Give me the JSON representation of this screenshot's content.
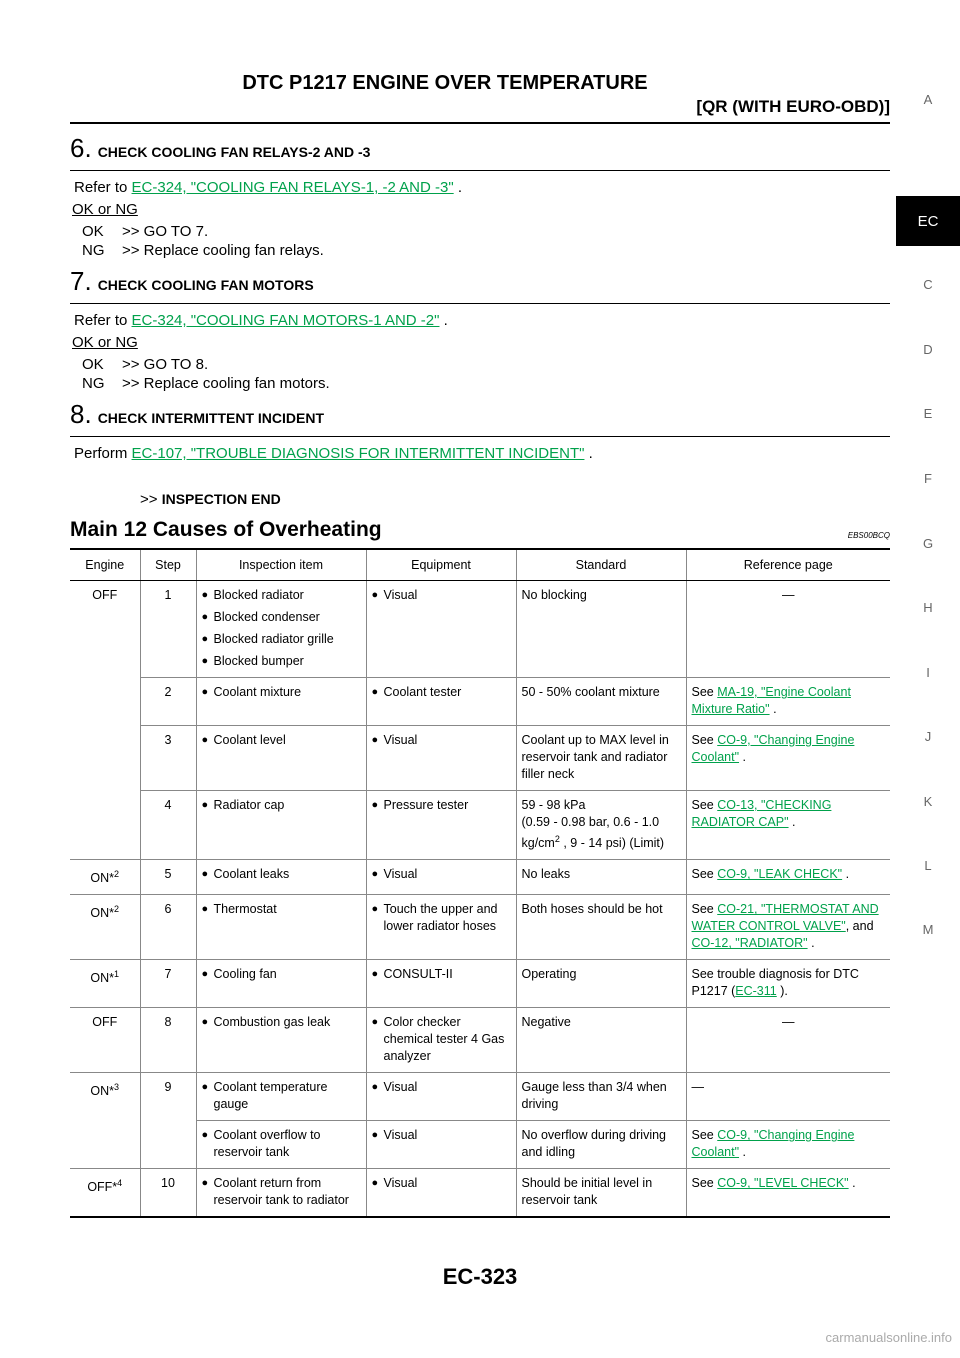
{
  "header": {
    "title": "DTC P1217 ENGINE OVER TEMPERATURE",
    "subtitle": "[QR (WITH EURO-OBD)]"
  },
  "side_index": [
    "A",
    "C",
    "D",
    "E",
    "F",
    "G",
    "H",
    "I",
    "J",
    "K",
    "L",
    "M"
  ],
  "side_active": "EC",
  "steps": [
    {
      "num": "6.",
      "title": "CHECK COOLING FAN RELAYS-2 AND -3",
      "ref_prefix": "Refer to",
      "ref_link": "EC-324, \"COOLING FAN RELAYS-1, -2 AND -3\"",
      "ref_suffix": ".",
      "ok_ng": "OK or NG",
      "ok_key": "OK",
      "ok_text": ">> GO TO 7.",
      "ng_key": "NG",
      "ng_text": ">> Replace cooling fan relays."
    },
    {
      "num": "7.",
      "title": "CHECK COOLING FAN MOTORS",
      "ref_prefix": "Refer to",
      "ref_link": "EC-324, \"COOLING FAN MOTORS-1 AND -2\"",
      "ref_suffix": ".",
      "ok_ng": "OK or NG",
      "ok_key": "OK",
      "ok_text": ">> GO TO 8.",
      "ng_key": "NG",
      "ng_text": ">> Replace cooling fan motors."
    },
    {
      "num": "8.",
      "title": "CHECK INTERMITTENT INCIDENT",
      "ref_prefix": "Perform",
      "ref_link": "EC-107, \"TROUBLE DIAGNOSIS FOR INTERMITTENT INCIDENT\"",
      "ref_suffix": "."
    }
  ],
  "inspection_end": {
    "prefix": ">>",
    "text": "INSPECTION END"
  },
  "section": {
    "title": "Main 12 Causes of Overheating",
    "code": "EBS00BCQ"
  },
  "table": {
    "headers": [
      "Engine",
      "Step",
      "Inspection item",
      "Equipment",
      "Standard",
      "Reference page"
    ],
    "r1": {
      "engine": "OFF",
      "step": "1",
      "items": [
        "Blocked radiator",
        "Blocked condenser",
        "Blocked radiator grille",
        "Blocked bumper"
      ],
      "equipment": "Visual",
      "standard": "No blocking",
      "ref": "—"
    },
    "r2": {
      "step": "2",
      "item": "Coolant mixture",
      "equipment": "Coolant tester",
      "standard": "50 - 50% coolant mixture",
      "ref_pre": "See",
      "ref_link": "MA-19, \"Engine Coolant Mixture Ratio\"",
      "ref_post": "."
    },
    "r3": {
      "step": "3",
      "item": "Coolant level",
      "equipment": "Visual",
      "standard": "Coolant up to MAX level in reservoir tank and radiator filler neck",
      "ref_pre": "See",
      "ref_link": "CO-9, \"Changing Engine Coolant\"",
      "ref_post": "."
    },
    "r4": {
      "step": "4",
      "item": "Radiator cap",
      "equipment": "Pressure tester",
      "std_a": "59 - 98 kPa",
      "std_b": "(0.59 - 0.98 bar, 0.6 - 1.0",
      "std_c": "kg/cm",
      "std_sup": "2",
      "std_d": ", 9 - 14 psi) (Limit)",
      "ref_pre": "See",
      "ref_link": "CO-13, \"CHECKING RADIATOR CAP\"",
      "ref_post": "."
    },
    "r5": {
      "engine": "ON*",
      "engine_sup": "2",
      "step": "5",
      "item": "Coolant leaks",
      "equipment": "Visual",
      "standard": "No leaks",
      "ref_pre": "See",
      "ref_link": "CO-9, \"LEAK CHECK\"",
      "ref_post": "."
    },
    "r6": {
      "engine": "ON*",
      "engine_sup": "2",
      "step": "6",
      "item": "Thermostat",
      "equipment": "Touch the upper and lower radiator hoses",
      "standard": "Both hoses should be hot",
      "ref_pre": "See",
      "ref_link": "CO-21, \"THERMOSTAT AND WATER CONTROL VALVE\"",
      "ref_mid": ", and",
      "ref_link2": "CO-12, \"RADIATOR\"",
      "ref_post": "."
    },
    "r7": {
      "engine": "ON*",
      "engine_sup": "1",
      "step": "7",
      "item": "Cooling fan",
      "equipment": "CONSULT-II",
      "standard": "Operating",
      "ref_pre": "See trouble diagnosis for DTC P1217 (",
      "ref_link": "EC-311",
      "ref_post": ")."
    },
    "r8": {
      "engine": "OFF",
      "step": "8",
      "item": "Combustion gas leak",
      "equipment": "Color checker chemical tester 4 Gas analyzer",
      "standard": "Negative",
      "ref": "—"
    },
    "r9": {
      "engine": "ON*",
      "engine_sup": "3",
      "step": "9",
      "item": "Coolant temperature gauge",
      "equipment": "Visual",
      "standard": "Gauge less than 3/4 when driving",
      "ref": "—"
    },
    "r9b": {
      "item": "Coolant overflow to reservoir tank",
      "equipment": "Visual",
      "standard": "No overflow during driving and idling",
      "ref_pre": "See",
      "ref_link": "CO-9, \"Changing Engine Coolant\"",
      "ref_post": "."
    },
    "r10": {
      "engine": "OFF*",
      "engine_sup": "4",
      "step": "10",
      "item": "Coolant return from reservoir tank to radiator",
      "equipment": "Visual",
      "standard": "Should be initial level in reservoir tank",
      "ref_pre": "See",
      "ref_link": "CO-9, \"LEVEL CHECK\"",
      "ref_post": "."
    }
  },
  "footer": {
    "page": "EC-323",
    "watermark": "carmanualsonline.info"
  }
}
